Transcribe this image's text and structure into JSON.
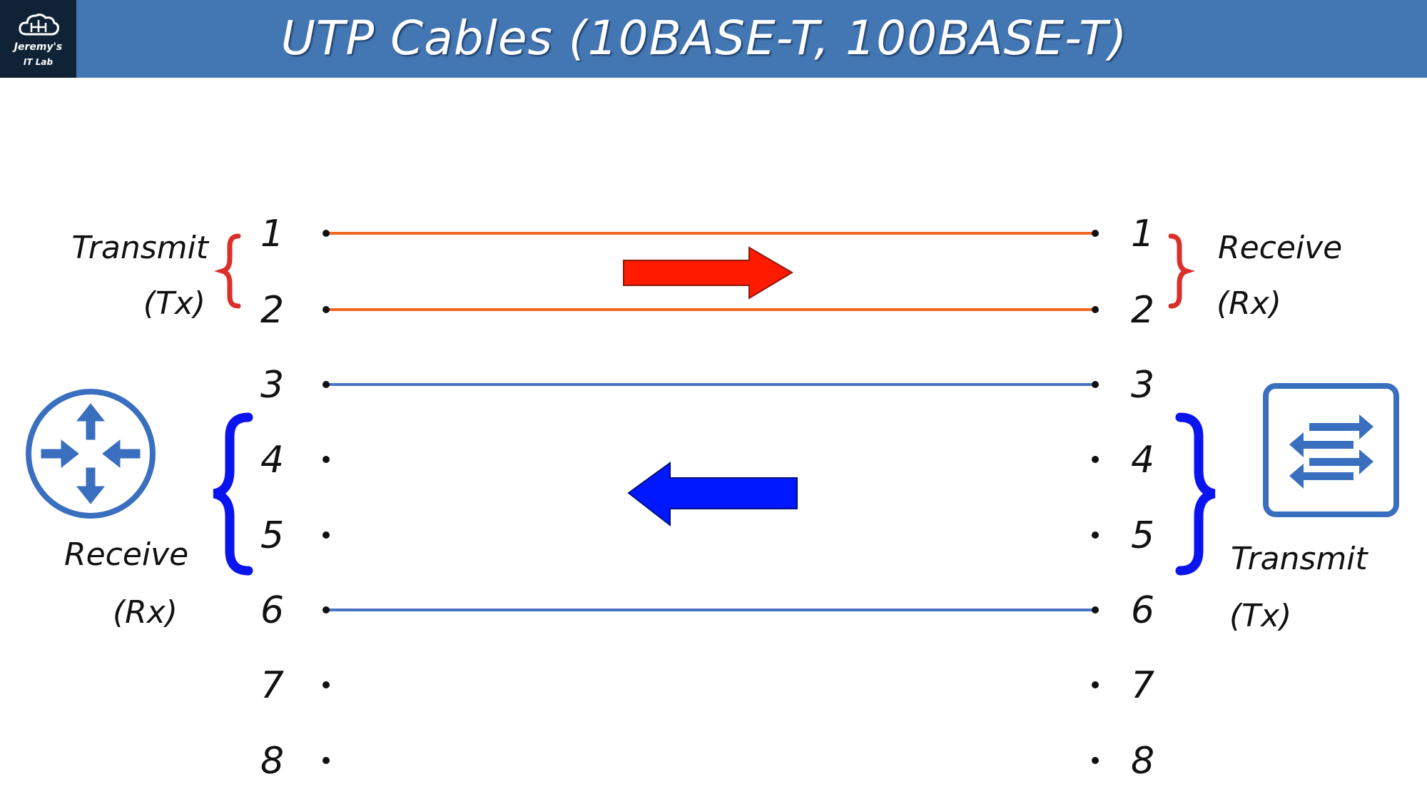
{
  "header": {
    "title": "UTP Cables (10BASE-T, 100BASE-T)",
    "logo": {
      "line1": "Jeremy's",
      "line2": "IT Lab",
      "icon": "cloud-network-icon"
    }
  },
  "pins": {
    "left": [
      "1",
      "2",
      "3",
      "4",
      "5",
      "6",
      "7",
      "8"
    ],
    "right": [
      "1",
      "2",
      "3",
      "4",
      "5",
      "6",
      "7",
      "8"
    ]
  },
  "labels": {
    "left_transmit": "Transmit",
    "left_transmit_abbr": "(Tx)",
    "left_receive": "Receive",
    "left_receive_abbr": "(Rx)",
    "right_receive": "Receive",
    "right_receive_abbr": "(Rx)",
    "right_transmit": "Transmit",
    "right_transmit_abbr": "(Tx)"
  },
  "devices": {
    "left": "router-icon",
    "right": "switch-icon"
  },
  "colors": {
    "header": "#4377b3",
    "logo_bg": "#0f2236",
    "tx_wire": "#f26722",
    "rx_wire": "#4a72c4",
    "red_arrow": "#ff1a00",
    "blue_arrow": "#0018ff",
    "red_brace": "#d9302a",
    "blue_brace": "#0a14ee",
    "device": "#3a6fc0"
  }
}
